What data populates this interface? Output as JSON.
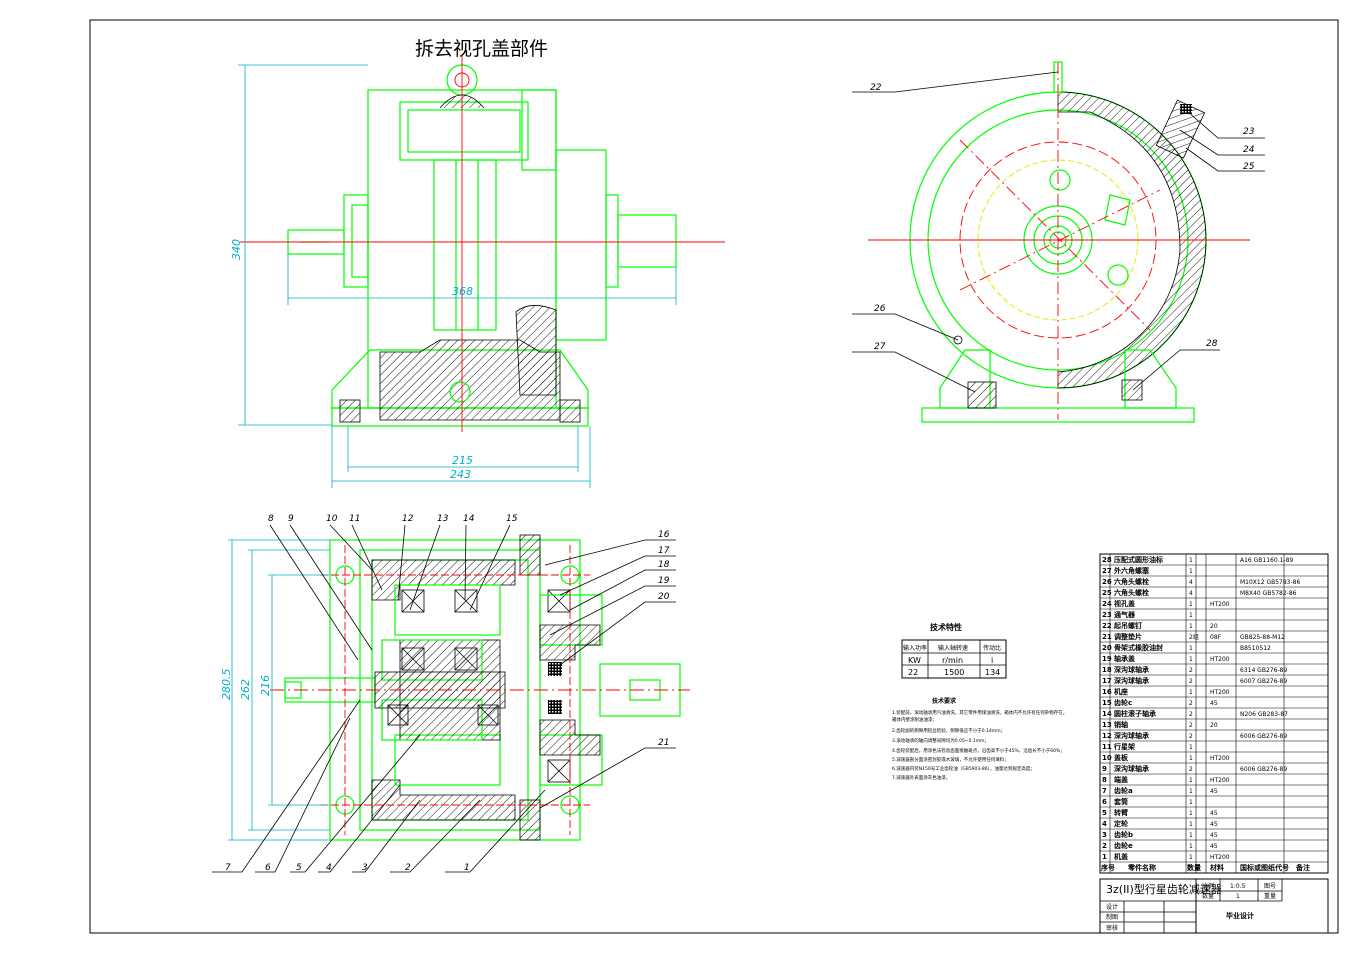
{
  "drawing": {
    "top_view_title": "拆去视孔盖部件",
    "dims": {
      "height_340": "340",
      "length_368": "368",
      "width_215": "215",
      "width_243": "243",
      "h_280_5": "280.5",
      "h_262": "262",
      "h_216": "216"
    },
    "callouts_right_view": [
      "22",
      "23",
      "24",
      "25",
      "26",
      "27",
      "28"
    ],
    "callouts_section_top": [
      "8",
      "9",
      "10",
      "11",
      "12",
      "13",
      "14",
      "15"
    ],
    "callouts_section_right": [
      "16",
      "17",
      "18",
      "19",
      "20",
      "21"
    ],
    "callouts_section_bottom": [
      "7",
      "6",
      "5",
      "4",
      "3",
      "2",
      "1"
    ]
  },
  "tech_specs": {
    "title": "技术特性",
    "headers": [
      "输入功率",
      "输入轴转速",
      "传动比"
    ],
    "units": [
      "KW",
      "r/min",
      "i"
    ],
    "values": [
      "22",
      "1500",
      "134"
    ]
  },
  "tech_requirements": {
    "title": "技术要求",
    "lines": [
      "1.装配前，滚动轴承用汽油清洗，其它零件用煤油清洗，箱体内不允许有任何杂物存在，",
      "   箱体内壁涂耐油油漆；",
      "2.齿轮副的侧隙用铅丝检验，侧隙值应不小于0.14mm；",
      "3.滚动轴承的轴向调整间隙均为0.05~0.1mm；",
      "4.齿轮装配后，用涂色法检验齿面接触斑点，沿齿高不小于45%，沿齿长不小于60%；",
      "5.减速器剖分面涂密封胶或水玻璃，不允许使用任何填料；",
      "6.减速器内装N150号工业齿轮油（GB5903-86），油量达到规定高度；",
      "7.减速器外表面涂灰色油漆。"
    ]
  },
  "parts_list": {
    "rows": [
      {
        "no": "28",
        "name": "压配式圆形油标",
        "qty": "1",
        "material": "",
        "std": "A16 GB1160.1-89"
      },
      {
        "no": "27",
        "name": "外六角螺塞",
        "qty": "1",
        "material": "",
        "std": ""
      },
      {
        "no": "26",
        "name": "六角头螺栓",
        "qty": "4",
        "material": "",
        "std": "M10X12 GB5783-86"
      },
      {
        "no": "25",
        "name": "六角头螺栓",
        "qty": "4",
        "material": "",
        "std": "M8X40 GB5782-86"
      },
      {
        "no": "24",
        "name": "视孔盖",
        "qty": "1",
        "material": "HT200",
        "std": ""
      },
      {
        "no": "23",
        "name": "通气器",
        "qty": "1",
        "material": "",
        "std": ""
      },
      {
        "no": "22",
        "name": "起吊螺钉",
        "qty": "1",
        "material": "20",
        "std": ""
      },
      {
        "no": "21",
        "name": "调整垫片",
        "qty": "2组",
        "material": "08F",
        "std": "GB825-88-M12"
      },
      {
        "no": "20",
        "name": "骨架式橡胶油封",
        "qty": "1",
        "material": "",
        "std": "B8510512"
      },
      {
        "no": "19",
        "name": "轴承盖",
        "qty": "1",
        "material": "HT200",
        "std": ""
      },
      {
        "no": "18",
        "name": "深沟球轴承",
        "qty": "2",
        "material": "",
        "std": "6314 GB276-89"
      },
      {
        "no": "17",
        "name": "深沟球轴承",
        "qty": "2",
        "material": "",
        "std": "6007 GB276-89"
      },
      {
        "no": "16",
        "name": "机座",
        "qty": "1",
        "material": "HT200",
        "std": ""
      },
      {
        "no": "15",
        "name": "齿轮c",
        "qty": "2",
        "material": "45",
        "std": ""
      },
      {
        "no": "14",
        "name": "圆柱滚子轴承",
        "qty": "2",
        "material": "",
        "std": "N206 GB283-87"
      },
      {
        "no": "13",
        "name": "销轴",
        "qty": "2",
        "material": "20",
        "std": ""
      },
      {
        "no": "12",
        "name": "深沟球轴承",
        "qty": "2",
        "material": "",
        "std": "6006 GB276-89"
      },
      {
        "no": "11",
        "name": "行星架",
        "qty": "1",
        "material": "",
        "std": ""
      },
      {
        "no": "10",
        "name": "盖板",
        "qty": "1",
        "material": "HT200",
        "std": ""
      },
      {
        "no": "9",
        "name": "深沟球轴承",
        "qty": "2",
        "material": "",
        "std": "6006 GB276-89"
      },
      {
        "no": "8",
        "name": "端盖",
        "qty": "1",
        "material": "HT200",
        "std": ""
      },
      {
        "no": "7",
        "name": "齿轮a",
        "qty": "1",
        "material": "45",
        "std": ""
      },
      {
        "no": "6",
        "name": "套筒",
        "qty": "1",
        "material": "",
        "std": ""
      },
      {
        "no": "5",
        "name": "转臂",
        "qty": "1",
        "material": "45",
        "std": ""
      },
      {
        "no": "4",
        "name": "定轮",
        "qty": "1",
        "material": "45",
        "std": ""
      },
      {
        "no": "3",
        "name": "齿轮b",
        "qty": "1",
        "material": "45",
        "std": ""
      },
      {
        "no": "2",
        "name": "齿轮e",
        "qty": "1",
        "material": "45",
        "std": ""
      },
      {
        "no": "1",
        "name": "机盖",
        "qty": "1",
        "material": "HT200",
        "std": ""
      }
    ],
    "header": {
      "no": "序号",
      "name": "零件名称",
      "qty": "数量",
      "material": "材料",
      "std": "国标或图纸代号",
      "note": "备注"
    }
  },
  "title_block": {
    "drawing_name": "3z(II)型行星齿轮减速器",
    "scale_label": "比例",
    "scale_value": "1:0.5",
    "qty_label": "数量",
    "qty_value": "1",
    "sheet_label": "图号",
    "weight_label": "重量",
    "design_label": "设计",
    "draw_label": "制图",
    "check_label": "审核",
    "school": "毕业设计"
  }
}
